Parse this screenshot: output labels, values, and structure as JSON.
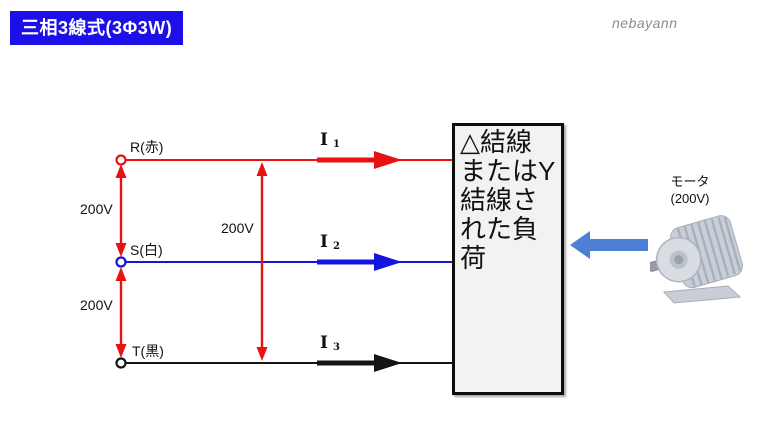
{
  "title": "三相3線式(3Φ3W)",
  "watermark": "nebayann",
  "colors": {
    "title_bg": "#1c0fe8",
    "title_fg": "#ffffff",
    "watermark_fg": "#8c8c8c",
    "phase_r": "#e81212",
    "phase_s": "#1414e0",
    "phase_t": "#141414",
    "voltage_arrow": "#e81212",
    "power_arrow": "#4d7fd6",
    "load_bg": "#f2f2f2"
  },
  "phases": [
    {
      "id": "R",
      "label": "R(赤)",
      "current": {
        "symbol": "I",
        "subscript": "1"
      }
    },
    {
      "id": "S",
      "label": "S(白)",
      "current": {
        "symbol": "I",
        "subscript": "2"
      }
    },
    {
      "id": "T",
      "label": "T(黒)",
      "current": {
        "symbol": "I",
        "subscript": "3"
      }
    }
  ],
  "voltages": {
    "r_s": "200V",
    "s_t": "200V",
    "r_t": "200V"
  },
  "load": {
    "text": "△結線またはY結線された負荷"
  },
  "motor": {
    "name": "モータ",
    "rating": "(200V)"
  }
}
